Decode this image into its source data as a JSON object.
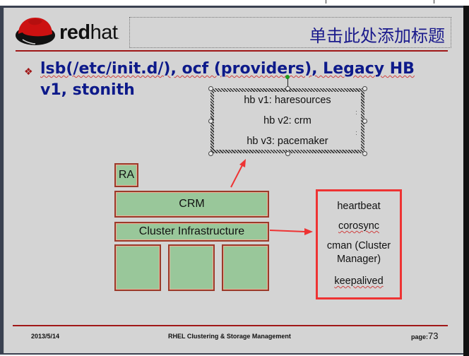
{
  "slide": {
    "logo_text_bold": "red",
    "logo_text_light": "hat",
    "title_placeholder": "单击此处添加标题",
    "bullet": {
      "icon": "diamond-bullet-icon",
      "line1": "lsb(/etc/init.d/), ocf (providers), Legacy HB",
      "line2": "v1, stonith"
    },
    "hb_versions": [
      "hb v1: haresources",
      "hb v2: crm",
      "hb v3: pacemaker"
    ],
    "stack": {
      "ra": "RA",
      "crm": "CRM",
      "cluster_infrastructure": "Cluster Infrastructure",
      "bottom_blocks": [
        "",
        "",
        ""
      ]
    },
    "infrastructure_options": [
      "heartbeat",
      "corosync",
      "cman (Cluster Manager)",
      "keepalived"
    ],
    "colors": {
      "title": "#1a1a8c",
      "bullet_text": "#0d1a8a",
      "rule": "#a01818",
      "box_fill": "#99c79a",
      "box_border": "#9b3a2a",
      "highlight": "#ee3333"
    }
  },
  "footer": {
    "date": "2013/5/14",
    "center": "RHEL Clustering & Storage Management",
    "page_label": "page:",
    "page_number": "73"
  }
}
